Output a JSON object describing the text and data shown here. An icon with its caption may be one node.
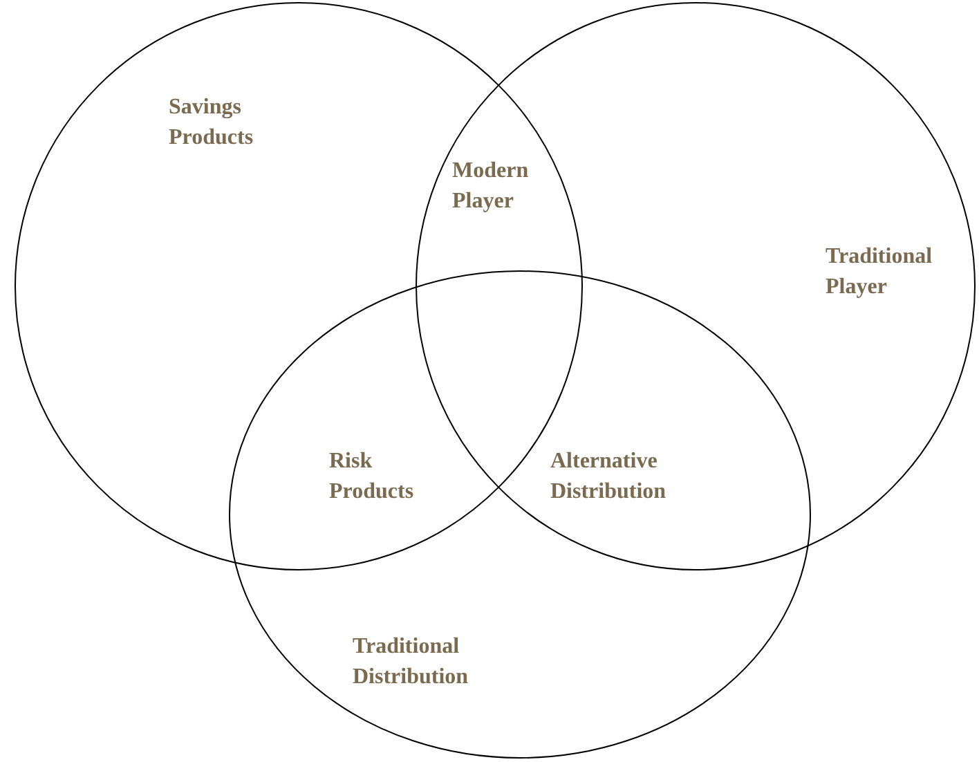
{
  "diagram": {
    "nodes": [
      {
        "text": [
          "Savings Products"
        ]
      },
      {
        "text": [
          "Traditional Player"
        ]
      },
      {
        "text": [
          "Traditional Distribution"
        ]
      }
    ],
    "labels": [
      "Modern Player",
      "Risk Products",
      "Alternative Distribution"
    ]
  }
}
